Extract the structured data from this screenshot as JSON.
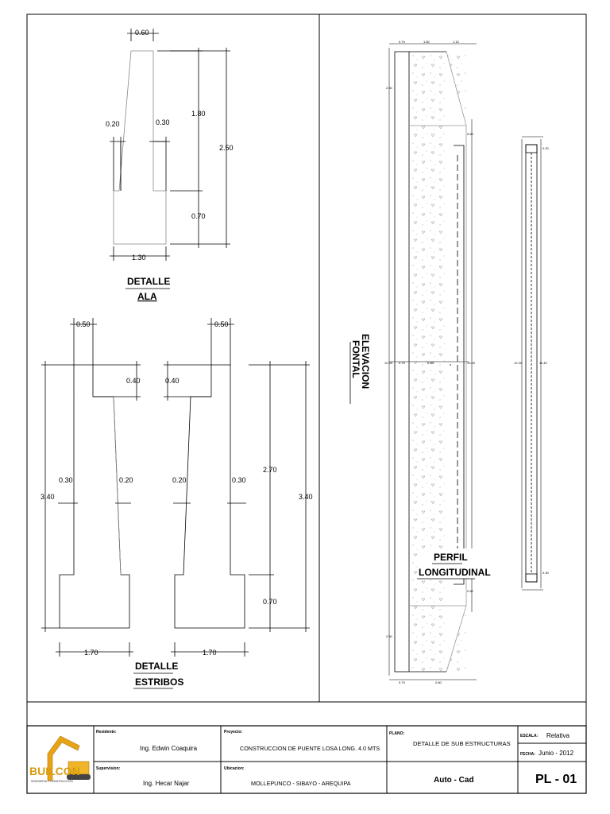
{
  "detalle_ala": {
    "title_1": "DETALLE",
    "title_2": "ALA",
    "dims": {
      "top": "0.60",
      "left_th": "0.20",
      "right_th": "0.30",
      "upper_h": "1.80",
      "total_h": "2.50",
      "base_h": "0.70",
      "base_w": "1.30"
    }
  },
  "detalle_estribos": {
    "title_1": "DETALLE",
    "title_2": "ESTRIBOS",
    "left": {
      "top": "0.50",
      "ledge": "0.40",
      "left_th": "0.30",
      "right_th": "0.20",
      "total_h": "3.40",
      "base_w": "1.70"
    },
    "right": {
      "top": "0.50",
      "ledge": "0.40",
      "left_th": "0.20",
      "right_th": "0.30",
      "upper_h": "2.70",
      "base_h": "0.70",
      "total_h": "3.40",
      "base_w": "1.70"
    }
  },
  "elevacion": {
    "label_1": "ELEVACION",
    "label_2": "FONTAL",
    "tiny_dims": {
      "t1": "0.70",
      "t2": "1.80",
      "t3": "1.15",
      "h_top": "2.50",
      "v1": "0.50",
      "total": "10.00",
      "mid": "0.70",
      "mid2": "0.60",
      "inner": "10.00",
      "h_bot": "2.50",
      "v2": "0.50",
      "b1": "0.70",
      "b2": "2.60"
    }
  },
  "perfil": {
    "label_1": "PERFIL",
    "label_2": "LONGITUDINAL",
    "tiny_dims": {
      "top": "0.20",
      "left": "12.00",
      "right": "11.40",
      "bot": "0.30"
    }
  },
  "title_block": {
    "logo_text": "BUILCON",
    "logo_sub": "INGENIERIA Y CONSTRUCCION",
    "residente_caption": "Residente:",
    "residente": "Ing. Edwin Coaquira",
    "supervisor_caption": "Supervision:",
    "supervisor": "Ing. Hecar Najar",
    "proyecto_caption": "Proyecto:",
    "proyecto": "CONSTRUCCION DE PUENTE LOSA LONG. 4.0 MTS",
    "ubicacion_caption": "Ubicacion:",
    "ubicacion": "MOLLEPUNCO - SIBAYO - AREQUIPA",
    "plano_caption": "PLANO:",
    "plano": "DETALLE DE SUB ESTRUCTURAS",
    "software": "Auto - Cad",
    "escala_caption": "ESCALA:",
    "escala": "Relativa",
    "fecha_caption": "FECHA:",
    "fecha": "Junio - 2012",
    "sheet_no": "PL - 01"
  }
}
